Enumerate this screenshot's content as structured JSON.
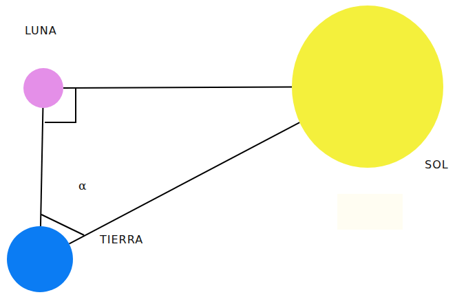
{
  "diagram": {
    "nodes": [
      {
        "text": [
          "LUNA"
        ]
      },
      {
        "text": [
          "SOL"
        ]
      },
      {
        "text": [
          "TIERRA"
        ]
      }
    ],
    "edges": [
      {
        "from": 0,
        "to": 1,
        "arrow": "none"
      },
      {
        "from": 2,
        "to": 1,
        "arrow": "none"
      },
      {
        "from": 2,
        "to": 0,
        "arrow": "none"
      }
    ],
    "labels": [
      "α"
    ]
  }
}
